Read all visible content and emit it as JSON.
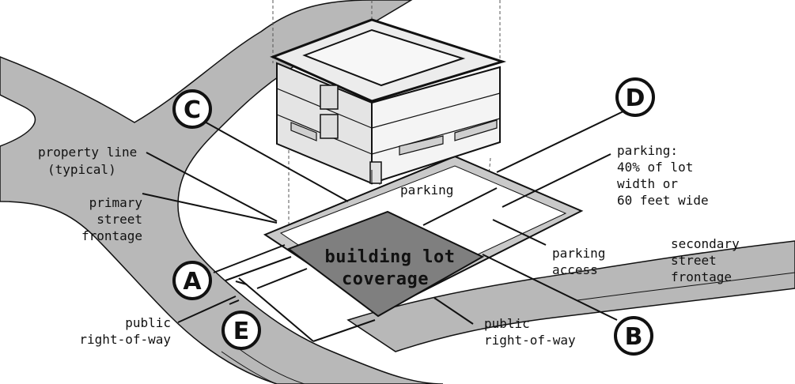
{
  "colors": {
    "street": "#b8b8b8",
    "lot": "#ffffff",
    "coverage": "#7f7f7f",
    "parking_strip": "#c9c9c9",
    "outline": "#111111"
  },
  "labels": {
    "property_line": [
      "property line",
      "(typical)"
    ],
    "primary_street": [
      "primary",
      "street",
      "frontage"
    ],
    "parking": "parking",
    "parking_rule": [
      "parking:",
      "40% of lot",
      "width or",
      "60 feet wide"
    ],
    "building_coverage": [
      "building lot",
      "coverage"
    ],
    "parking_access": [
      "parking",
      "access"
    ],
    "secondary_street": [
      "secondary",
      "street",
      "frontage"
    ],
    "public_row_left": [
      "public",
      "right-of-way"
    ],
    "public_row_right": [
      "public",
      "right-of-way"
    ]
  },
  "markers": {
    "a": "A",
    "b": "B",
    "c": "C",
    "d": "D",
    "e": "E"
  }
}
